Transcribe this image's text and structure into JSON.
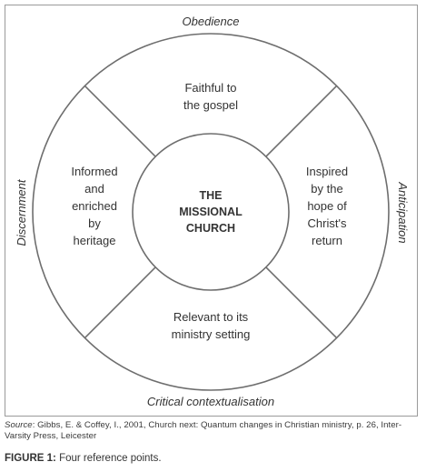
{
  "references": {
    "top": "Obedience",
    "left": "Discernment",
    "right": "Anticipation",
    "bottom": "Critical contextualisation"
  },
  "center": [
    "THE",
    "MISSIONAL",
    "CHURCH"
  ],
  "segments": {
    "top": [
      "Faithful to",
      "the gospel"
    ],
    "left": [
      "Informed",
      "and",
      "enriched",
      "by",
      "heritage"
    ],
    "right": [
      "Inspired",
      "by the",
      "hope of",
      "Christ's",
      "return"
    ],
    "bottom": [
      "Relevant to its",
      "ministry setting"
    ]
  },
  "source": {
    "label": "Source",
    "text": ": Gibbs, E. & Coffey, I., 2001, Church next: Quantum changes in Christian ministry, p. 26, Inter-Varsity Press, Leicester"
  },
  "caption": {
    "label": "FIGURE 1:",
    "text": " Four reference points."
  },
  "colors": {
    "stroke": "#6e6e6e",
    "text": "#333333"
  }
}
